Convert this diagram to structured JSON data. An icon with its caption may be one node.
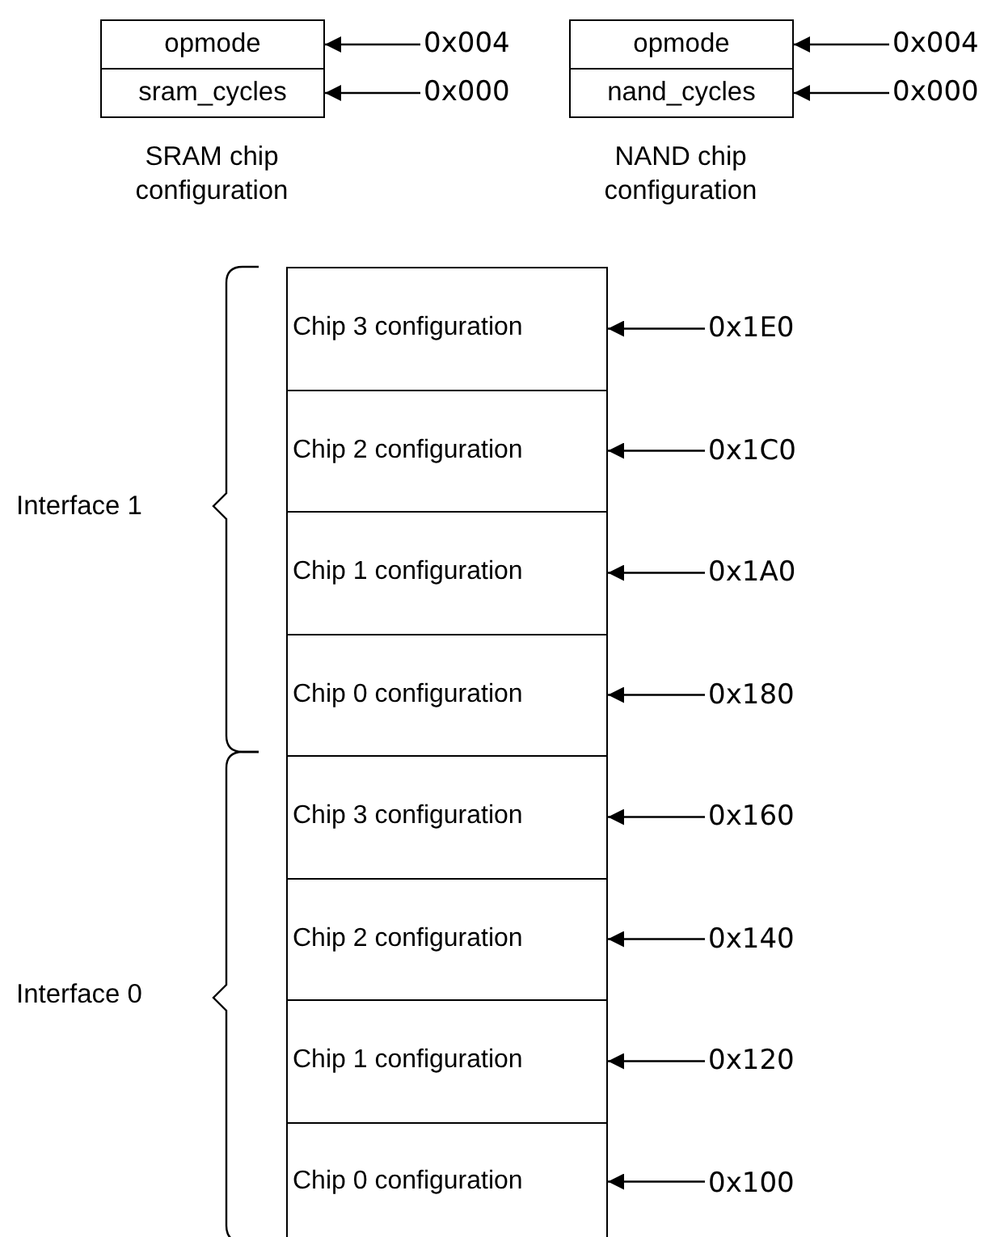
{
  "diagram": {
    "nodes": [
      {
        "text": [
          "opmode"
        ]
      },
      {
        "text": [
          "sram_cycles"
        ]
      },
      {
        "text": [
          "0x004"
        ]
      },
      {
        "text": [
          "0x000"
        ]
      },
      {
        "text": [
          "opmode"
        ]
      },
      {
        "text": [
          "nand_cycles"
        ]
      },
      {
        "text": [
          "0x004"
        ]
      },
      {
        "text": [
          "0x000"
        ]
      },
      {
        "text": [
          "Chip 3 configuration"
        ]
      },
      {
        "text": [
          "Chip 2 configuration"
        ]
      },
      {
        "text": [
          "Chip 1 configuration"
        ]
      },
      {
        "text": [
          "Chip 0 configuration"
        ]
      },
      {
        "text": [
          "Chip 3 configuration"
        ]
      },
      {
        "text": [
          "Chip 2 configuration"
        ]
      },
      {
        "text": [
          "Chip 1 configuration"
        ]
      },
      {
        "text": [
          "Chip 0 configuration"
        ]
      },
      {
        "text": [
          "0x1E0"
        ]
      },
      {
        "text": [
          "0x1C0"
        ]
      },
      {
        "text": [
          "0x1A0"
        ]
      },
      {
        "text": [
          "0x180"
        ]
      },
      {
        "text": [
          "0x160"
        ]
      },
      {
        "text": [
          "0x140"
        ]
      },
      {
        "text": [
          "0x120"
        ]
      },
      {
        "text": [
          "0x100"
        ]
      }
    ],
    "edges": [
      {
        "from": 2,
        "to": 0,
        "arrow": "to"
      },
      {
        "from": 3,
        "to": 1,
        "arrow": "to"
      },
      {
        "from": 6,
        "to": 4,
        "arrow": "to"
      },
      {
        "from": 7,
        "to": 5,
        "arrow": "to"
      },
      {
        "from": 16,
        "to": 8,
        "arrow": "to"
      },
      {
        "from": 17,
        "to": 9,
        "arrow": "to"
      },
      {
        "from": 18,
        "to": 10,
        "arrow": "to"
      },
      {
        "from": 19,
        "to": 11,
        "arrow": "to"
      },
      {
        "from": 20,
        "to": 12,
        "arrow": "to"
      },
      {
        "from": 21,
        "to": 13,
        "arrow": "to"
      },
      {
        "from": 22,
        "to": 14,
        "arrow": "to"
      },
      {
        "from": 23,
        "to": 15,
        "arrow": "to"
      }
    ],
    "labels": [
      "SRAM chip configuration",
      "NAND chip configuration",
      "Interface 1",
      "Interface 0"
    ]
  }
}
